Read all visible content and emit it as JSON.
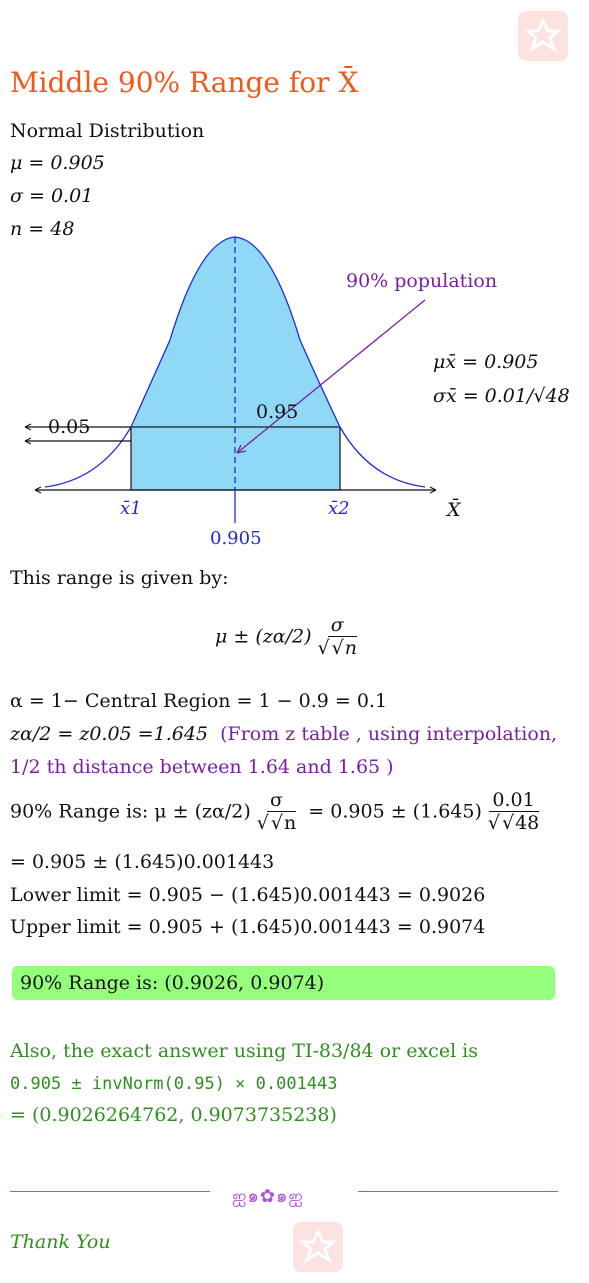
{
  "title": "Middle 90% Range for X̄",
  "given": {
    "dist": "Normal Distribution",
    "mu": "μ = 0.905",
    "sigma": "σ = 0.01",
    "n": "n = 48"
  },
  "figure": {
    "population_label": "90% population",
    "mean_label": "μx̄ = 0.905",
    "sd_label": "σx̄ = 0.01/√48",
    "left_tail": "0.05",
    "area_label": "0.95",
    "x1": "x̄1",
    "x2": "x̄2",
    "center": "0.905",
    "axis": "X̄"
  },
  "body": {
    "intro": "This range is given by:",
    "formula_lhs": "μ ± (zα/2)",
    "formula_num": "σ",
    "formula_den": "n",
    "alpha_line": "α = 1− Central Region = 1 − 0.9 = 0.1",
    "z_line": "zα/2 = z0.05 =1.645",
    "z_note_1": "(From z table , using interpolation,",
    "z_note_2": "1/2 th distance between 1.64 and 1.65 )",
    "range_prefix": "90% Range is:  μ ± (zα/2)",
    "range_mid": " = 0.905 ± (1.645)",
    "range_num": "0.01",
    "range_den": "48",
    "step": "= 0.905 ± (1.645)0.001443",
    "lower": "Lower limit = 0.905 − (1.645)0.001443 = 0.9026",
    "upper": "Upper limit = 0.905 + (1.645)0.001443 = 0.9074"
  },
  "result": "90% Range is:  (0.9026, 0.9074)",
  "exact": {
    "line1": "Also, the exact answer using TI-83/84 or excel is",
    "line2": "0.905 ± invNorm(0.95) × 0.001443",
    "line3": "= (0.9026264762, 0.9073735238)"
  },
  "thanks": "Thank You",
  "ornament": "ஐ๑✿๑ஐ",
  "colors": {
    "title": "#f2581c",
    "fill": "#8fd8f6",
    "curve": "#1f2bd6",
    "purple": "#7a1fa2",
    "green": "#2f8f1f",
    "box": "#94ff7a"
  }
}
